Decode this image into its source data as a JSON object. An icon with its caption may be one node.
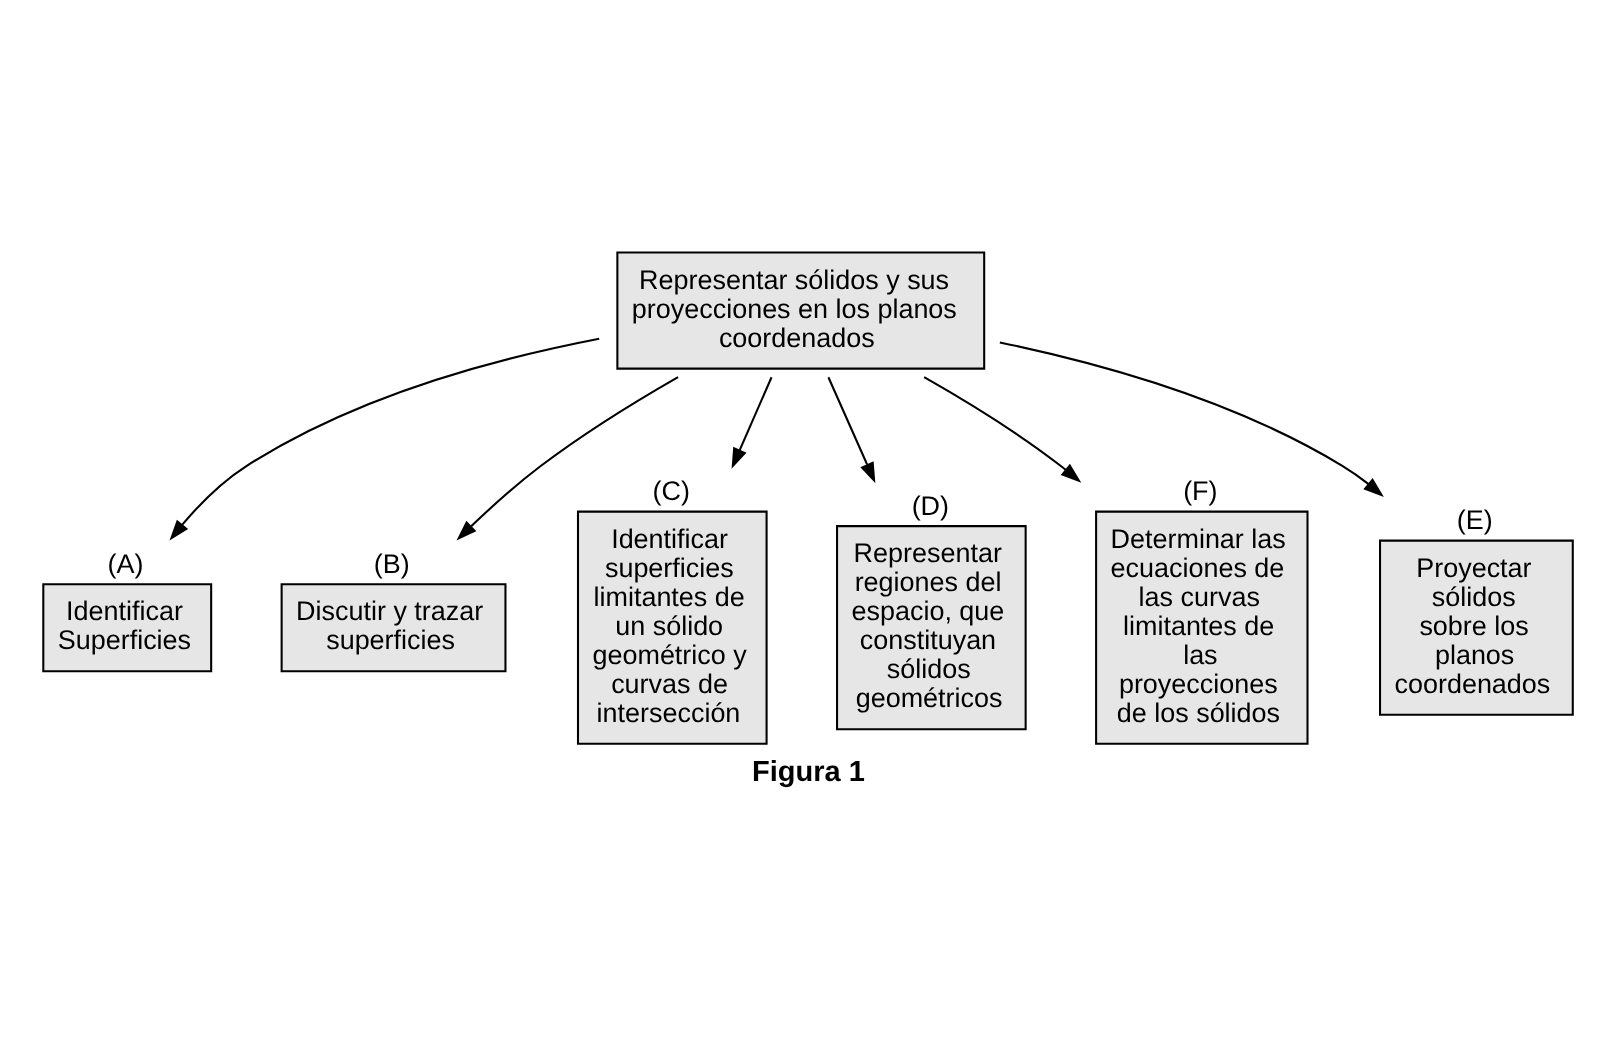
{
  "diagram": {
    "caption": "Figura 1",
    "nodes": [
      {
        "text": [
          "Representar sólidos y sus proyecciones en los planos coordenados"
        ]
      },
      {
        "text": [
          "Identificar Superficies"
        ],
        "beside": [
          "(A)"
        ]
      },
      {
        "text": [
          "Discutir y trazar superficies"
        ],
        "beside": [
          "(B)"
        ]
      },
      {
        "text": [
          "Identificar superficies limitantes de un sólido geométrico y curvas de intersección"
        ],
        "beside": [
          "(C)"
        ]
      },
      {
        "text": [
          "Representar regiones del espacio, que constituyan sólidos geométricos"
        ],
        "beside": [
          "(D)"
        ]
      },
      {
        "text": [
          "Determinar las ecuaciones de las curvas limitantes de las proyecciones de los sólidos"
        ],
        "beside": [
          "(F)"
        ]
      },
      {
        "text": [
          "Proyectar sólidos sobre los planos coordenados"
        ],
        "beside": [
          "(E)"
        ]
      }
    ],
    "edges": [
      {
        "from": 0,
        "to": 1,
        "arrow": "to"
      },
      {
        "from": 0,
        "to": 2,
        "arrow": "to"
      },
      {
        "from": 0,
        "to": 3,
        "arrow": "to"
      },
      {
        "from": 0,
        "to": 4,
        "arrow": "to"
      },
      {
        "from": 0,
        "to": 5,
        "arrow": "to"
      },
      {
        "from": 0,
        "to": 6,
        "arrow": "to"
      }
    ]
  }
}
